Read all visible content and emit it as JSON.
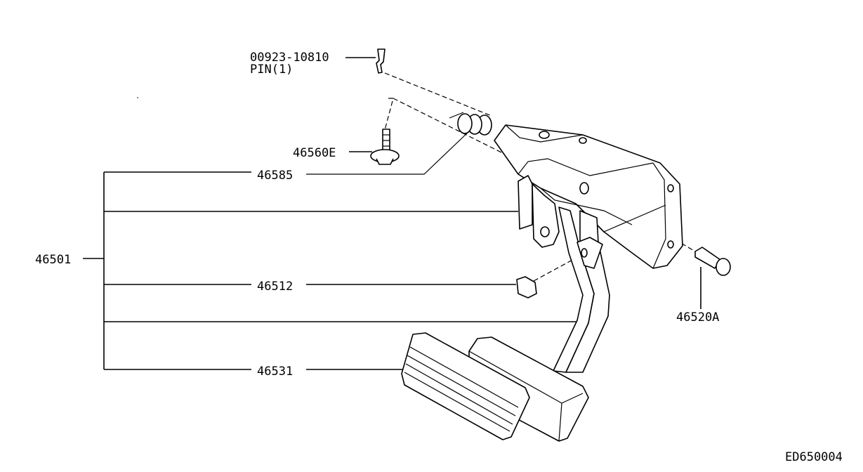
{
  "labels": {
    "pin_number": "00923-10810",
    "pin_name": "PIN(1)",
    "bolt": "46560E",
    "spring": "46585",
    "assembly": "46501",
    "stopper": "46512",
    "pivot_pin": "46520A",
    "pad": "46531",
    "drawing_code": "ED650004"
  }
}
